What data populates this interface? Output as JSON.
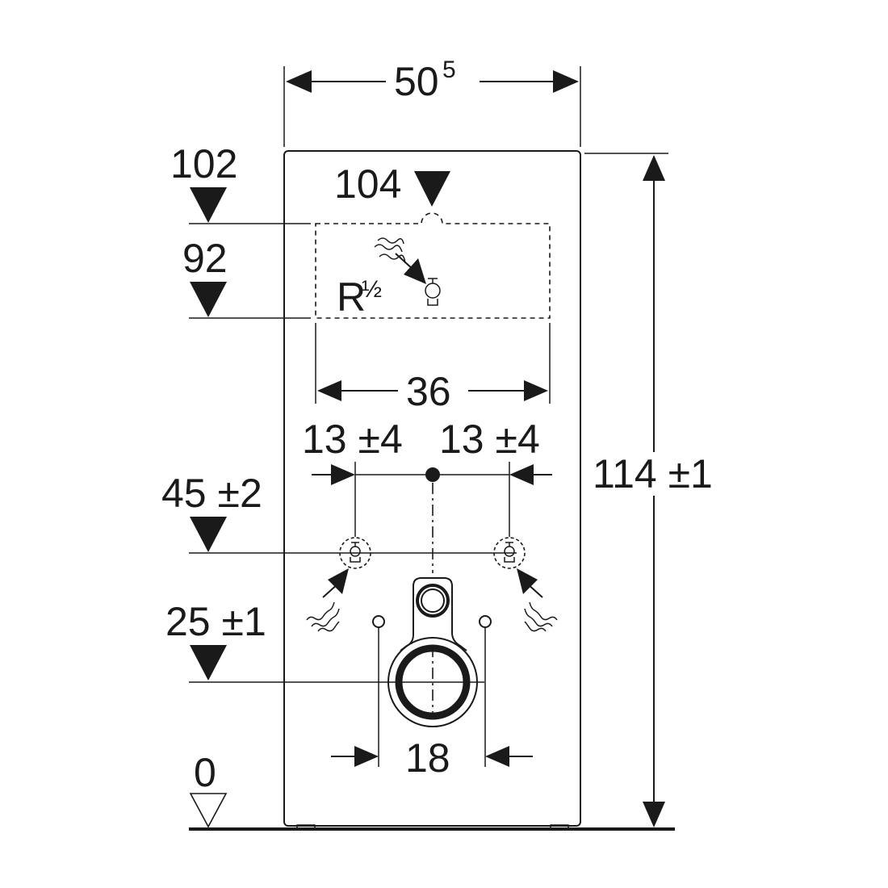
{
  "dimensions": {
    "width_main": "50",
    "width_sup": "5",
    "height_total": "114 ±1",
    "flush_spacing": "36",
    "supply_left_offset": "13 ±4",
    "supply_right_offset": "13 ±4",
    "fixing_spacing": "18"
  },
  "levels": {
    "top_102": "102",
    "top_104": "104",
    "lower_92": "92",
    "supply_45": "45 ±2",
    "outlet_25": "25 ±1",
    "floor_0": "0"
  },
  "connection": {
    "thread_main": "R",
    "thread_fraction": "½"
  },
  "colors": {
    "ink": "#1a1a1a",
    "background": "#ffffff"
  }
}
